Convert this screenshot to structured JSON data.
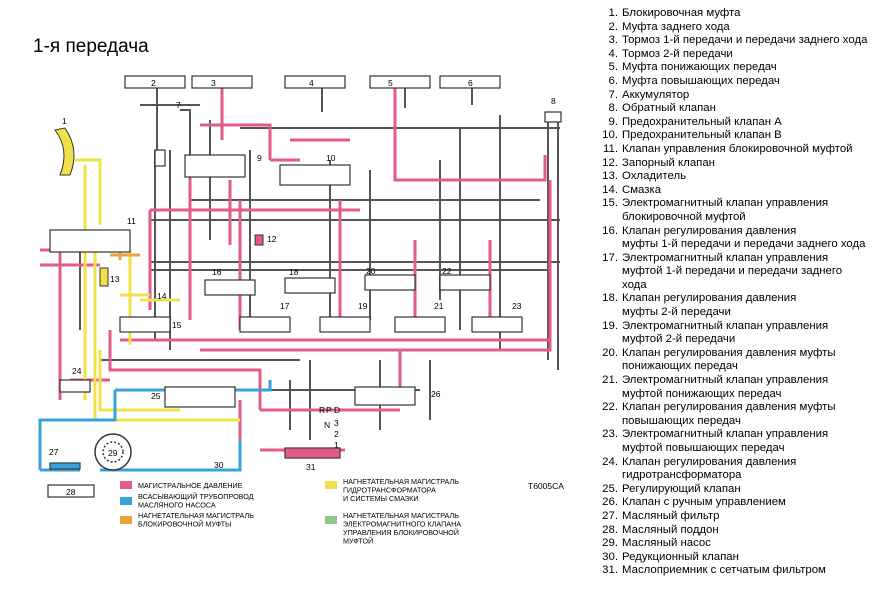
{
  "title": "1-я передача",
  "code": "T6005CA",
  "colors": {
    "main": "#e15a8a",
    "suction": "#3aa0d8",
    "lockup": "#e9a43a",
    "converter": "#f0e04a",
    "solenoid": "#8cc88c",
    "line": "#444444"
  },
  "legend": [
    {
      "label": "МАГИСТРАЛЬНОЕ ДАВЛЕНИЕ",
      "color": "#e15a8a"
    },
    {
      "label": "ВСАСЫВАЮЩИЙ ТРУБОПРОВОД\nМАСЛЯНОГО НАСОСА",
      "color": "#3aa0d8"
    },
    {
      "label": "НАГНЕТАТЕЛЬНАЯ МАГИСТРАЛЬ\nБЛОКИРОВОЧНОЙ МУФТЫ",
      "color": "#e9a43a"
    },
    {
      "label": "НАГНЕТАТЕЛЬНАЯ МАГИСТРАЛЬ\nГИДРОТРАНСФОРМАТОРА\nИ СИСТЕМЫ СМАЗКИ",
      "color": "#f0e04a"
    },
    {
      "label": "НАГНЕТАТЕЛЬНАЯ МАГИСТРАЛЬ\nЭЛЕКТРОМАГНИТНОГО КЛАПАНА\nУПРАВЛЕНИЯ БЛОКИРОВОЧНОЙ\nМУФТОЙ",
      "color": "#8cc88c"
    }
  ],
  "selector": [
    "R",
    "P",
    "D",
    "N",
    "3",
    "2",
    "1"
  ],
  "callouts": [
    "1",
    "2",
    "3",
    "4",
    "5",
    "6",
    "7",
    "8",
    "9",
    "10",
    "11",
    "12",
    "13",
    "14",
    "15",
    "16",
    "17",
    "18",
    "19",
    "20",
    "21",
    "22",
    "23",
    "24",
    "25",
    "26",
    "27",
    "28",
    "29",
    "30",
    "31"
  ],
  "parts": [
    {
      "num": "1.",
      "text": "Блокировочная муфта"
    },
    {
      "num": "2.",
      "text": "Муфта заднего хода"
    },
    {
      "num": "3.",
      "text": "Тормоз 1-й передачи и передачи заднего хода"
    },
    {
      "num": "4.",
      "text": "Тормоз 2-й передачи"
    },
    {
      "num": "5.",
      "text": "Муфта понижающих передач"
    },
    {
      "num": "6.",
      "text": "Муфта повышающих передач"
    },
    {
      "num": "7.",
      "text": "Аккумулятор"
    },
    {
      "num": "8.",
      "text": "Обратный клапан"
    },
    {
      "num": "9.",
      "text": "Предохранительный клапан А"
    },
    {
      "num": "10.",
      "text": "Предохранительный клапан В"
    },
    {
      "num": "11.",
      "text": "Клапан управления блокировочной муфтой"
    },
    {
      "num": "12.",
      "text": "Запорный клапан"
    },
    {
      "num": "13.",
      "text": "Охладитель"
    },
    {
      "num": "14.",
      "text": "Смазка"
    },
    {
      "num": "15.",
      "text": "Электромагнитный клапан управления"
    },
    {
      "num": "",
      "text": "блокировочной муфтой"
    },
    {
      "num": "16.",
      "text": "Клапан регулирования давления"
    },
    {
      "num": "",
      "text": "муфты 1-й передачи и передачи заднего хода"
    },
    {
      "num": "17.",
      "text": "Электромагнитный клапан управления"
    },
    {
      "num": "",
      "text": "муфтой 1-й передачи и передачи заднего"
    },
    {
      "num": "",
      "text": "хода"
    },
    {
      "num": "18.",
      "text": "Клапан регулирования давления"
    },
    {
      "num": "",
      "text": "муфты 2-й передачи"
    },
    {
      "num": "19.",
      "text": "Электромагнитный клапан управления"
    },
    {
      "num": "",
      "text": "муфтой 2-й передачи"
    },
    {
      "num": "20.",
      "text": "Клапан регулирования давления муфты"
    },
    {
      "num": "",
      "text": "понижающих передач"
    },
    {
      "num": "21.",
      "text": "Электромагнитный клапан управления"
    },
    {
      "num": "",
      "text": "муфтой понижающих передач"
    },
    {
      "num": "22.",
      "text": "Клапан регулирования давления муфты"
    },
    {
      "num": "",
      "text": "повышающих передач"
    },
    {
      "num": "23.",
      "text": "Электромагнитный клапан управления"
    },
    {
      "num": "",
      "text": "муфтой повышающих передач"
    },
    {
      "num": "24.",
      "text": "Клапан регулирования давления"
    },
    {
      "num": "",
      "text": "гидротрансформатора"
    },
    {
      "num": "25.",
      "text": "Регулирующий клапан"
    },
    {
      "num": "26.",
      "text": "Клапан с ручным управлением"
    },
    {
      "num": "27.",
      "text": "Масляный фильтр"
    },
    {
      "num": "28.",
      "text": "Масляный поддон"
    },
    {
      "num": "29.",
      "text": "Масляный насос"
    },
    {
      "num": "30.",
      "text": "Редукционный клапан"
    },
    {
      "num": "31.",
      "text": "Маслоприемник с сетчатым фильтром"
    }
  ]
}
